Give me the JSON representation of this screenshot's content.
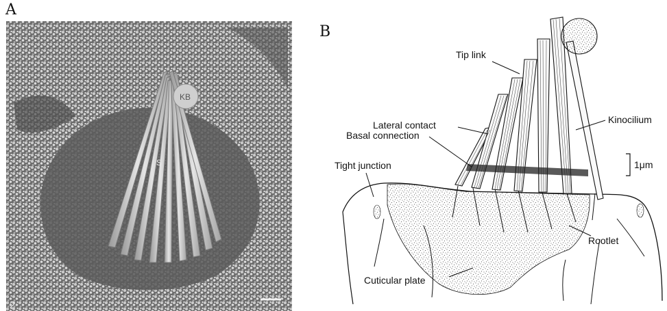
{
  "panels": {
    "a": {
      "letter": "A",
      "photo_labels": {
        "kinocilial_bulb": "KB",
        "stereocilia": "S",
        "figure_number": "2"
      }
    },
    "b": {
      "letter": "B",
      "labels": {
        "tip_link": "Tip link",
        "kinocilium": "Kinocilium",
        "lateral_contact": "Lateral contact",
        "basal_connection": "Basal connection",
        "tight_junction": "Tight junction",
        "scale": "1μm",
        "rootlet": "Rootlet",
        "cuticular_plate": "Cuticular plate"
      }
    }
  },
  "colors": {
    "ink": "#111111",
    "sem_dark": "#3a3a3a",
    "sem_mid": "#8a8a8a",
    "sem_light": "#d6d6d6"
  }
}
